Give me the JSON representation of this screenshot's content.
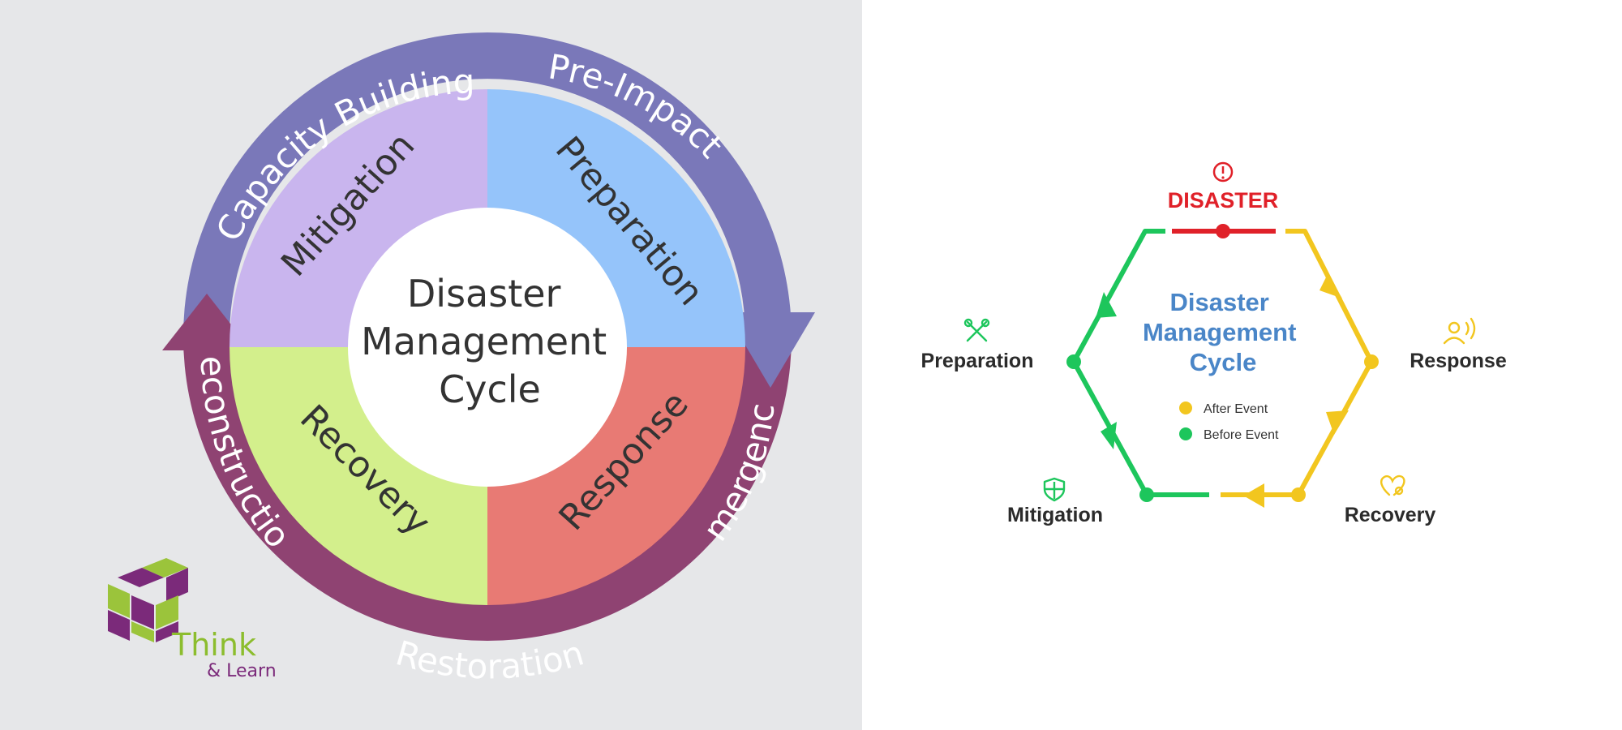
{
  "left": {
    "center_title": [
      "Disaster",
      "Management",
      "Cycle"
    ],
    "quadrants": {
      "mitigation": "Mitigation",
      "preparation": "Preparation",
      "response": "Response",
      "recovery": "Recovery"
    },
    "ring": {
      "capacity_building": "Capacity Building",
      "pre_impact": "Pre-Impact",
      "emergency": "Emergency",
      "restoration": "Restoration",
      "reconstruction": "Reconstruction"
    },
    "logo": {
      "think": "Think",
      "learn": "& Learn"
    },
    "colors": {
      "mitigation": "#c9b5ee",
      "preparation": "#95c4fa",
      "response": "#e87a74",
      "recovery": "#d3ef8c",
      "ring_top": "#7a78b9",
      "ring_bottom": "#8f4372"
    }
  },
  "right": {
    "disaster_label": "DISASTER",
    "center_title": [
      "Disaster",
      "Management",
      "Cycle"
    ],
    "stages": {
      "preparation": "Preparation",
      "response": "Response",
      "recovery": "Recovery",
      "mitigation": "Mitigation"
    },
    "legend": {
      "after": "After Event",
      "before": "Before Event"
    },
    "icons": {
      "disaster": "alert-circle-icon",
      "preparation": "tools-icon",
      "response": "person-broadcast-icon",
      "recovery": "heart-hand-icon",
      "mitigation": "shield-icon"
    },
    "colors": {
      "disaster": "#e02129",
      "after_event": "#f2c61f",
      "before_event": "#1dc65c",
      "title": "#4a86c8"
    }
  }
}
